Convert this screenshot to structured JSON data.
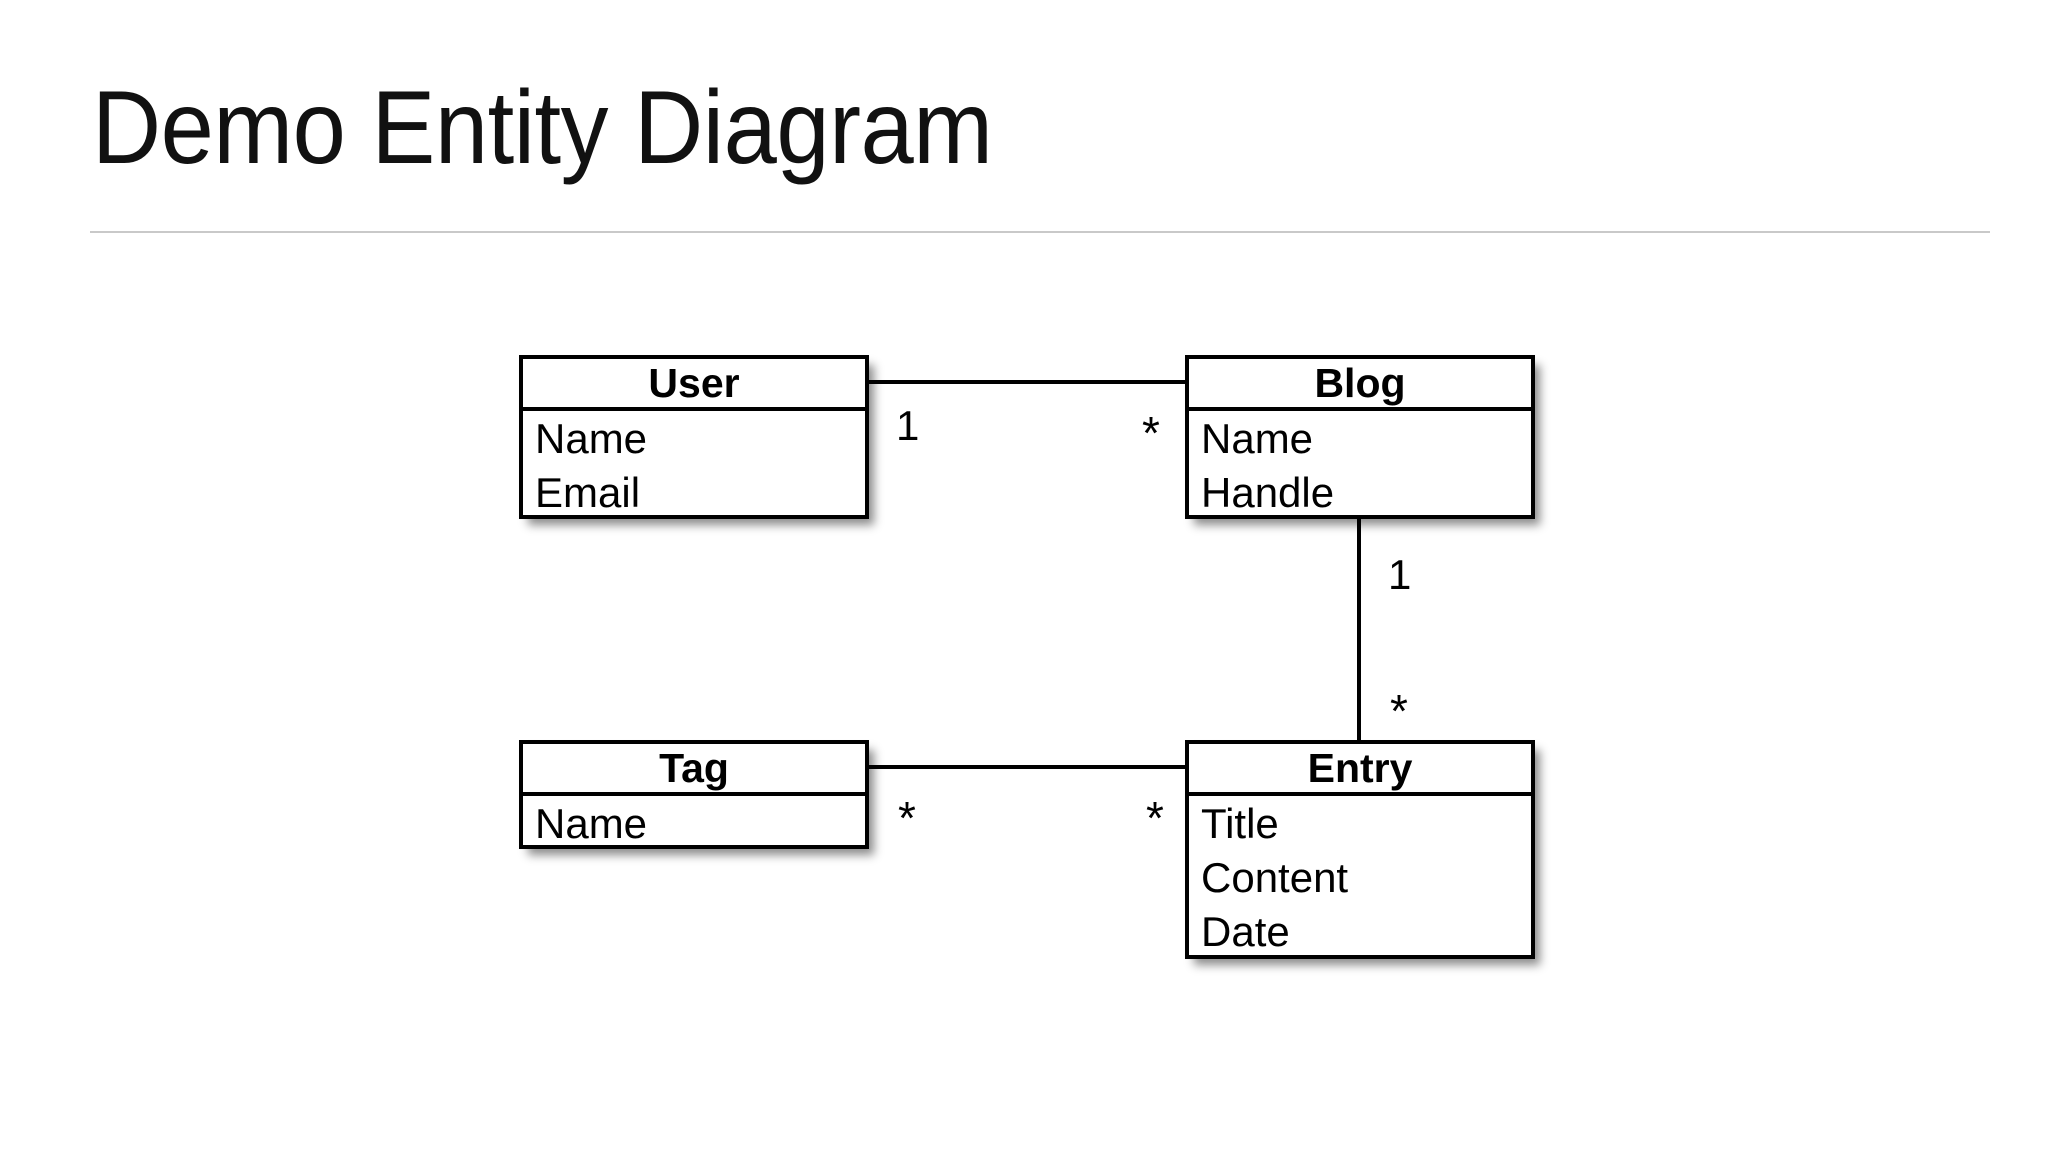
{
  "slide": {
    "title": "Demo Entity Diagram",
    "background_color": "#ffffff",
    "rule_color": "#c9c9c9",
    "text_color": "#000000"
  },
  "diagram": {
    "type": "entity-relationship",
    "entities": [
      {
        "id": "user",
        "name": "User",
        "attributes": [
          "Name",
          "Email"
        ]
      },
      {
        "id": "blog",
        "name": "Blog",
        "attributes": [
          "Name",
          "Handle"
        ]
      },
      {
        "id": "tag",
        "name": "Tag",
        "attributes": [
          "Name"
        ]
      },
      {
        "id": "entry",
        "name": "Entry",
        "attributes": [
          "Title",
          "Content",
          "Date"
        ]
      }
    ],
    "relationships": [
      {
        "id": "user-blog",
        "from": "user",
        "to": "blog",
        "from_cardinality": "1",
        "to_cardinality": "*",
        "orientation": "horizontal"
      },
      {
        "id": "blog-entry",
        "from": "blog",
        "to": "entry",
        "from_cardinality": "1",
        "to_cardinality": "*",
        "orientation": "vertical"
      },
      {
        "id": "tag-entry",
        "from": "tag",
        "to": "entry",
        "from_cardinality": "*",
        "to_cardinality": "*",
        "orientation": "horizontal"
      }
    ]
  }
}
